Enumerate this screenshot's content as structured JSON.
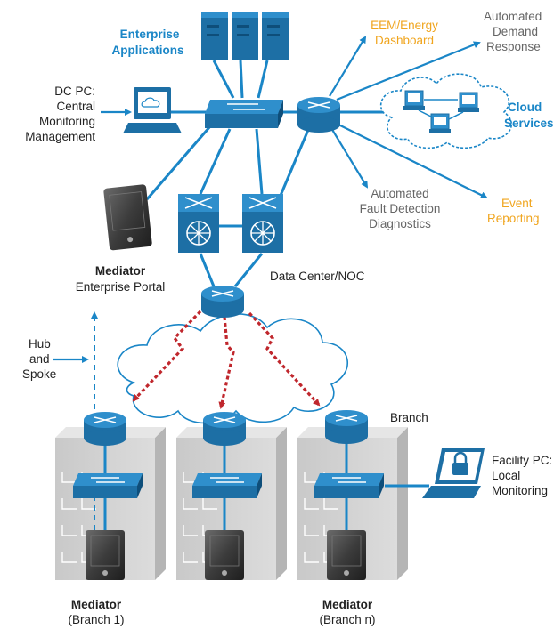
{
  "labels": {
    "enterprise_apps": [
      "Enterprise",
      "Applications"
    ],
    "dc_pc": [
      "DC PC:",
      "Central",
      "Monitoring",
      "Management"
    ],
    "eem": [
      "EEM/Energy",
      "Dashboard"
    ],
    "automated_demand": [
      "Automated",
      "Demand",
      "Response"
    ],
    "cloud_services": [
      "Cloud",
      "Services"
    ],
    "automated_fault": [
      "Automated",
      "Fault Detection",
      "Diagnostics"
    ],
    "event_reporting": [
      "Event",
      "Reporting"
    ],
    "mediator_portal_title": "Mediator",
    "mediator_portal_sub": "Enterprise Portal",
    "data_center": "Data Center/NOC",
    "hub_spoke": [
      "Hub",
      "and",
      "Spoke"
    ],
    "branch": "Branch",
    "facility_pc": [
      "Facility PC:",
      "Local",
      "Monitoring"
    ],
    "mediator_b1_title": "Mediator",
    "mediator_b1_sub": "(Branch 1)",
    "mediator_bn_title": "Mediator",
    "mediator_bn_sub": "(Branch n)"
  },
  "colors": {
    "link": "#1a86c7",
    "wan": "#c0272d",
    "device_blue": "#1d6fa5",
    "device_light": "#2f8fcc",
    "building": "#d2d2d2",
    "title_blue": "#1a86c7",
    "orange_text": "#f0a51e",
    "gray_text": "#666666"
  },
  "icons": [
    "server-icon",
    "workstation-icon",
    "switch-icon",
    "router-icon",
    "cloud-icon",
    "multilayer-switch-icon",
    "mediator-device-icon",
    "building-icon",
    "laptop-lock-icon"
  ]
}
